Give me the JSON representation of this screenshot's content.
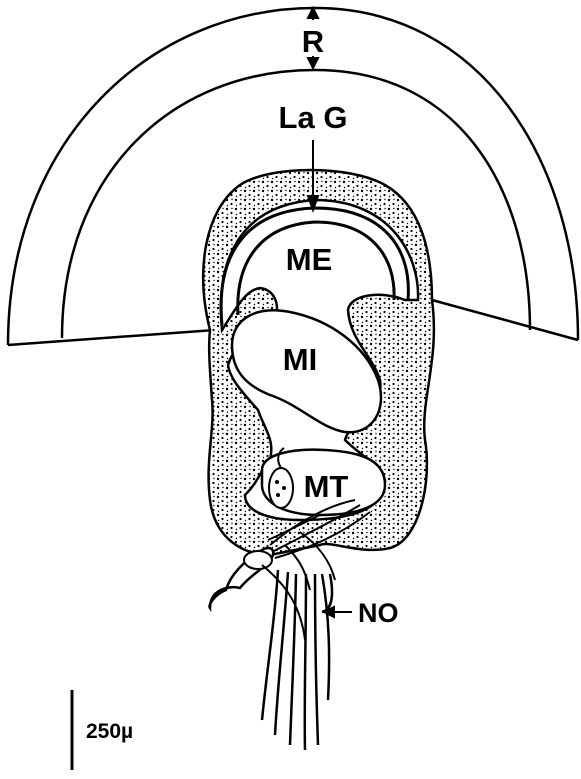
{
  "labels": {
    "r": "R",
    "lag": "La G",
    "me": "ME",
    "mi": "MI",
    "mt": "MT",
    "no": "NO",
    "scale": "250µ"
  },
  "colors": {
    "ink": "#000000",
    "paper": "#ffffff"
  }
}
